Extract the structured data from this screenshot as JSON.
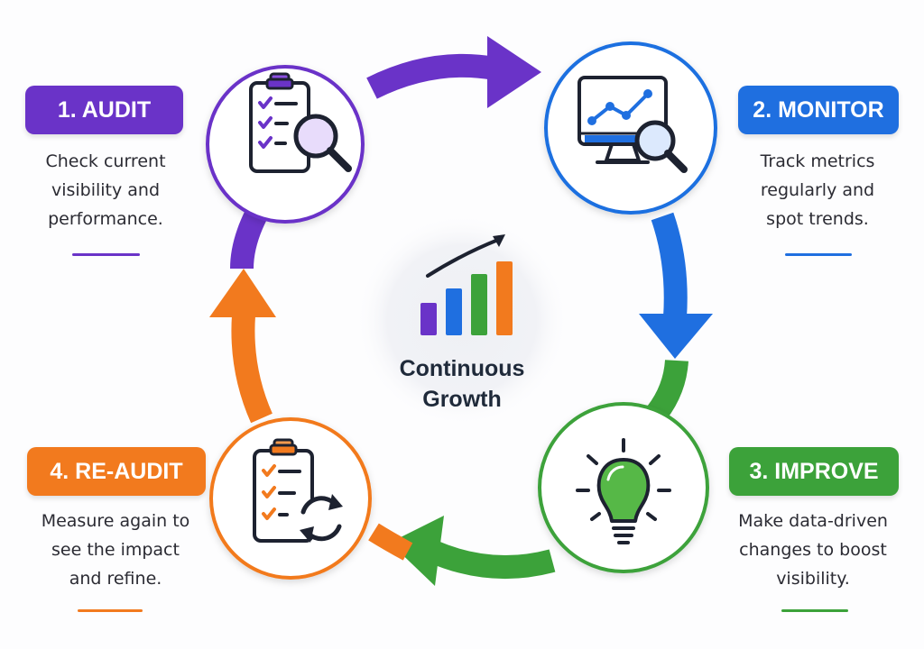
{
  "colors": {
    "audit": "#6a33c8",
    "monitor": "#1f6fe0",
    "improve": "#3ca23a",
    "reaudit": "#f27a1e",
    "text": "#2b2b33",
    "center_text": "#1f2a3a"
  },
  "center": {
    "line1": "Continuous",
    "line2": "Growth",
    "icon": "growth-bar-chart-icon"
  },
  "steps": [
    {
      "id": "audit",
      "badge": "1. AUDIT",
      "desc_lines": [
        "Check current",
        "visibility and",
        "performance."
      ],
      "icon": "clipboard-checklist-magnifier-icon"
    },
    {
      "id": "monitor",
      "badge": "2. MONITOR",
      "desc_lines": [
        "Track metrics",
        "regularly and",
        "spot trends."
      ],
      "icon": "monitor-line-chart-magnifier-icon"
    },
    {
      "id": "improve",
      "badge": "3. IMPROVE",
      "desc_lines": [
        "Make data-driven",
        "changes to boost",
        "visibility."
      ],
      "icon": "lightbulb-icon"
    },
    {
      "id": "reaudit",
      "badge": "4. RE-AUDIT",
      "desc_lines": [
        "Measure again to",
        "see the impact",
        "and refine."
      ],
      "icon": "clipboard-checklist-refresh-icon"
    }
  ]
}
